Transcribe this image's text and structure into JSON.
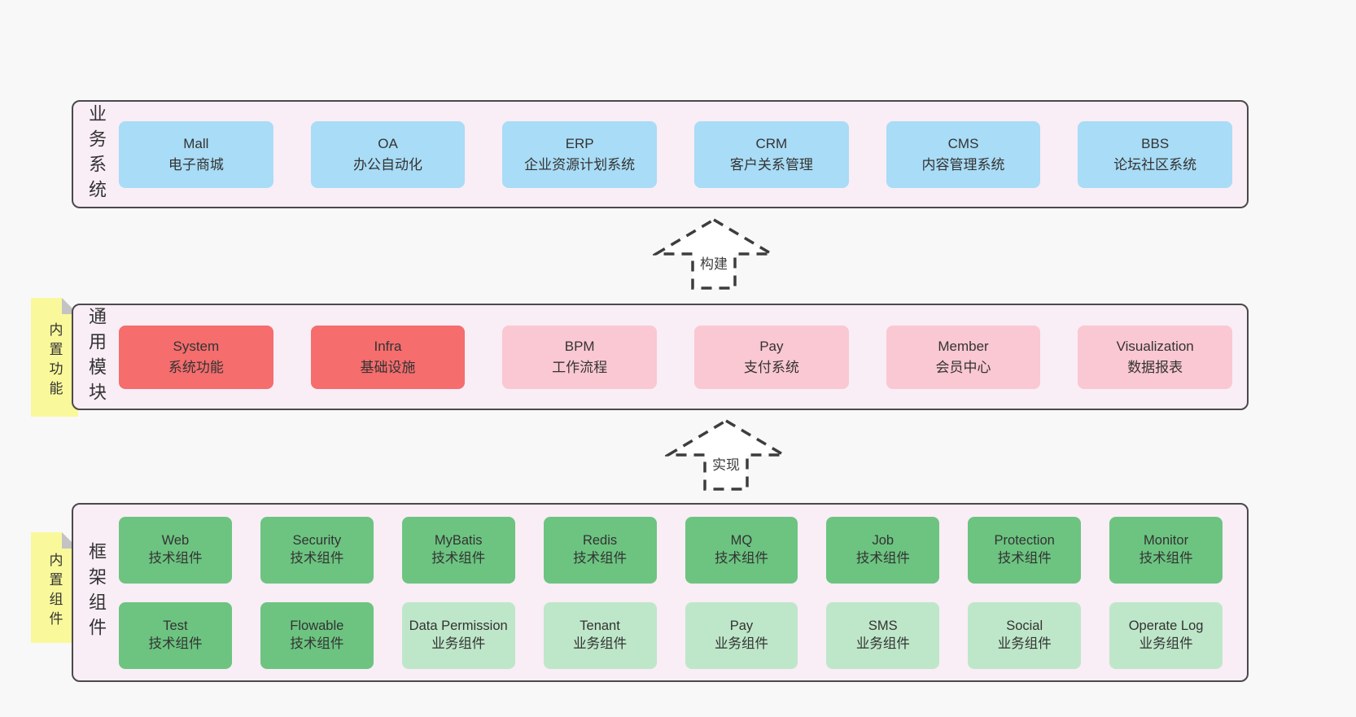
{
  "colors": {
    "pagebg": "#f8f8f8",
    "panel": "#f9edf6",
    "border": "#4a4a4a",
    "blue": "#a9dcf6",
    "red": "#f56d6d",
    "pink": "#fac8d2",
    "green": "#6cc480",
    "lightgreen": "#bee7c9",
    "yellow": "#f9f99b",
    "fold": "#c3c3c3",
    "text": "#333333",
    "arrow": "#3d3d3d"
  },
  "sections": {
    "business": {
      "label": "业务系统",
      "boxes": [
        {
          "title": "Mall",
          "subtitle": "电子商城"
        },
        {
          "title": "OA",
          "subtitle": "办公自动化"
        },
        {
          "title": "ERP",
          "subtitle": "企业资源计划系统"
        },
        {
          "title": "CRM",
          "subtitle": "客户关系管理"
        },
        {
          "title": "CMS",
          "subtitle": "内容管理系统"
        },
        {
          "title": "BBS",
          "subtitle": "论坛社区系统"
        }
      ]
    },
    "modules": {
      "label": "通用模块",
      "tab": "内置功能",
      "boxes": [
        {
          "title": "System",
          "subtitle": "系统功能"
        },
        {
          "title": "Infra",
          "subtitle": "基础设施"
        },
        {
          "title": "BPM",
          "subtitle": "工作流程"
        },
        {
          "title": "Pay",
          "subtitle": "支付系统"
        },
        {
          "title": "Member",
          "subtitle": "会员中心"
        },
        {
          "title": "Visualization",
          "subtitle": "数据报表"
        }
      ]
    },
    "framework": {
      "label": "框架组件",
      "tab": "内置组件",
      "rows": [
        [
          {
            "title": "Web",
            "subtitle": "技术组件"
          },
          {
            "title": "Security",
            "subtitle": "技术组件"
          },
          {
            "title": "MyBatis",
            "subtitle": "技术组件"
          },
          {
            "title": "Redis",
            "subtitle": "技术组件"
          },
          {
            "title": "MQ",
            "subtitle": "技术组件"
          },
          {
            "title": "Job",
            "subtitle": "技术组件"
          },
          {
            "title": "Protection",
            "subtitle": "技术组件"
          },
          {
            "title": "Monitor",
            "subtitle": "技术组件"
          }
        ],
        [
          {
            "title": "Test",
            "subtitle": "技术组件"
          },
          {
            "title": "Flowable",
            "subtitle": "技术组件"
          },
          {
            "title": "Data Permission",
            "subtitle": "业务组件"
          },
          {
            "title": "Tenant",
            "subtitle": "业务组件"
          },
          {
            "title": "Pay",
            "subtitle": "业务组件"
          },
          {
            "title": "SMS",
            "subtitle": "业务组件"
          },
          {
            "title": "Social",
            "subtitle": "业务组件"
          },
          {
            "title": "Operate Log",
            "subtitle": "业务组件"
          }
        ]
      ]
    }
  },
  "arrows": [
    {
      "label": "构建"
    },
    {
      "label": "实现"
    }
  ]
}
